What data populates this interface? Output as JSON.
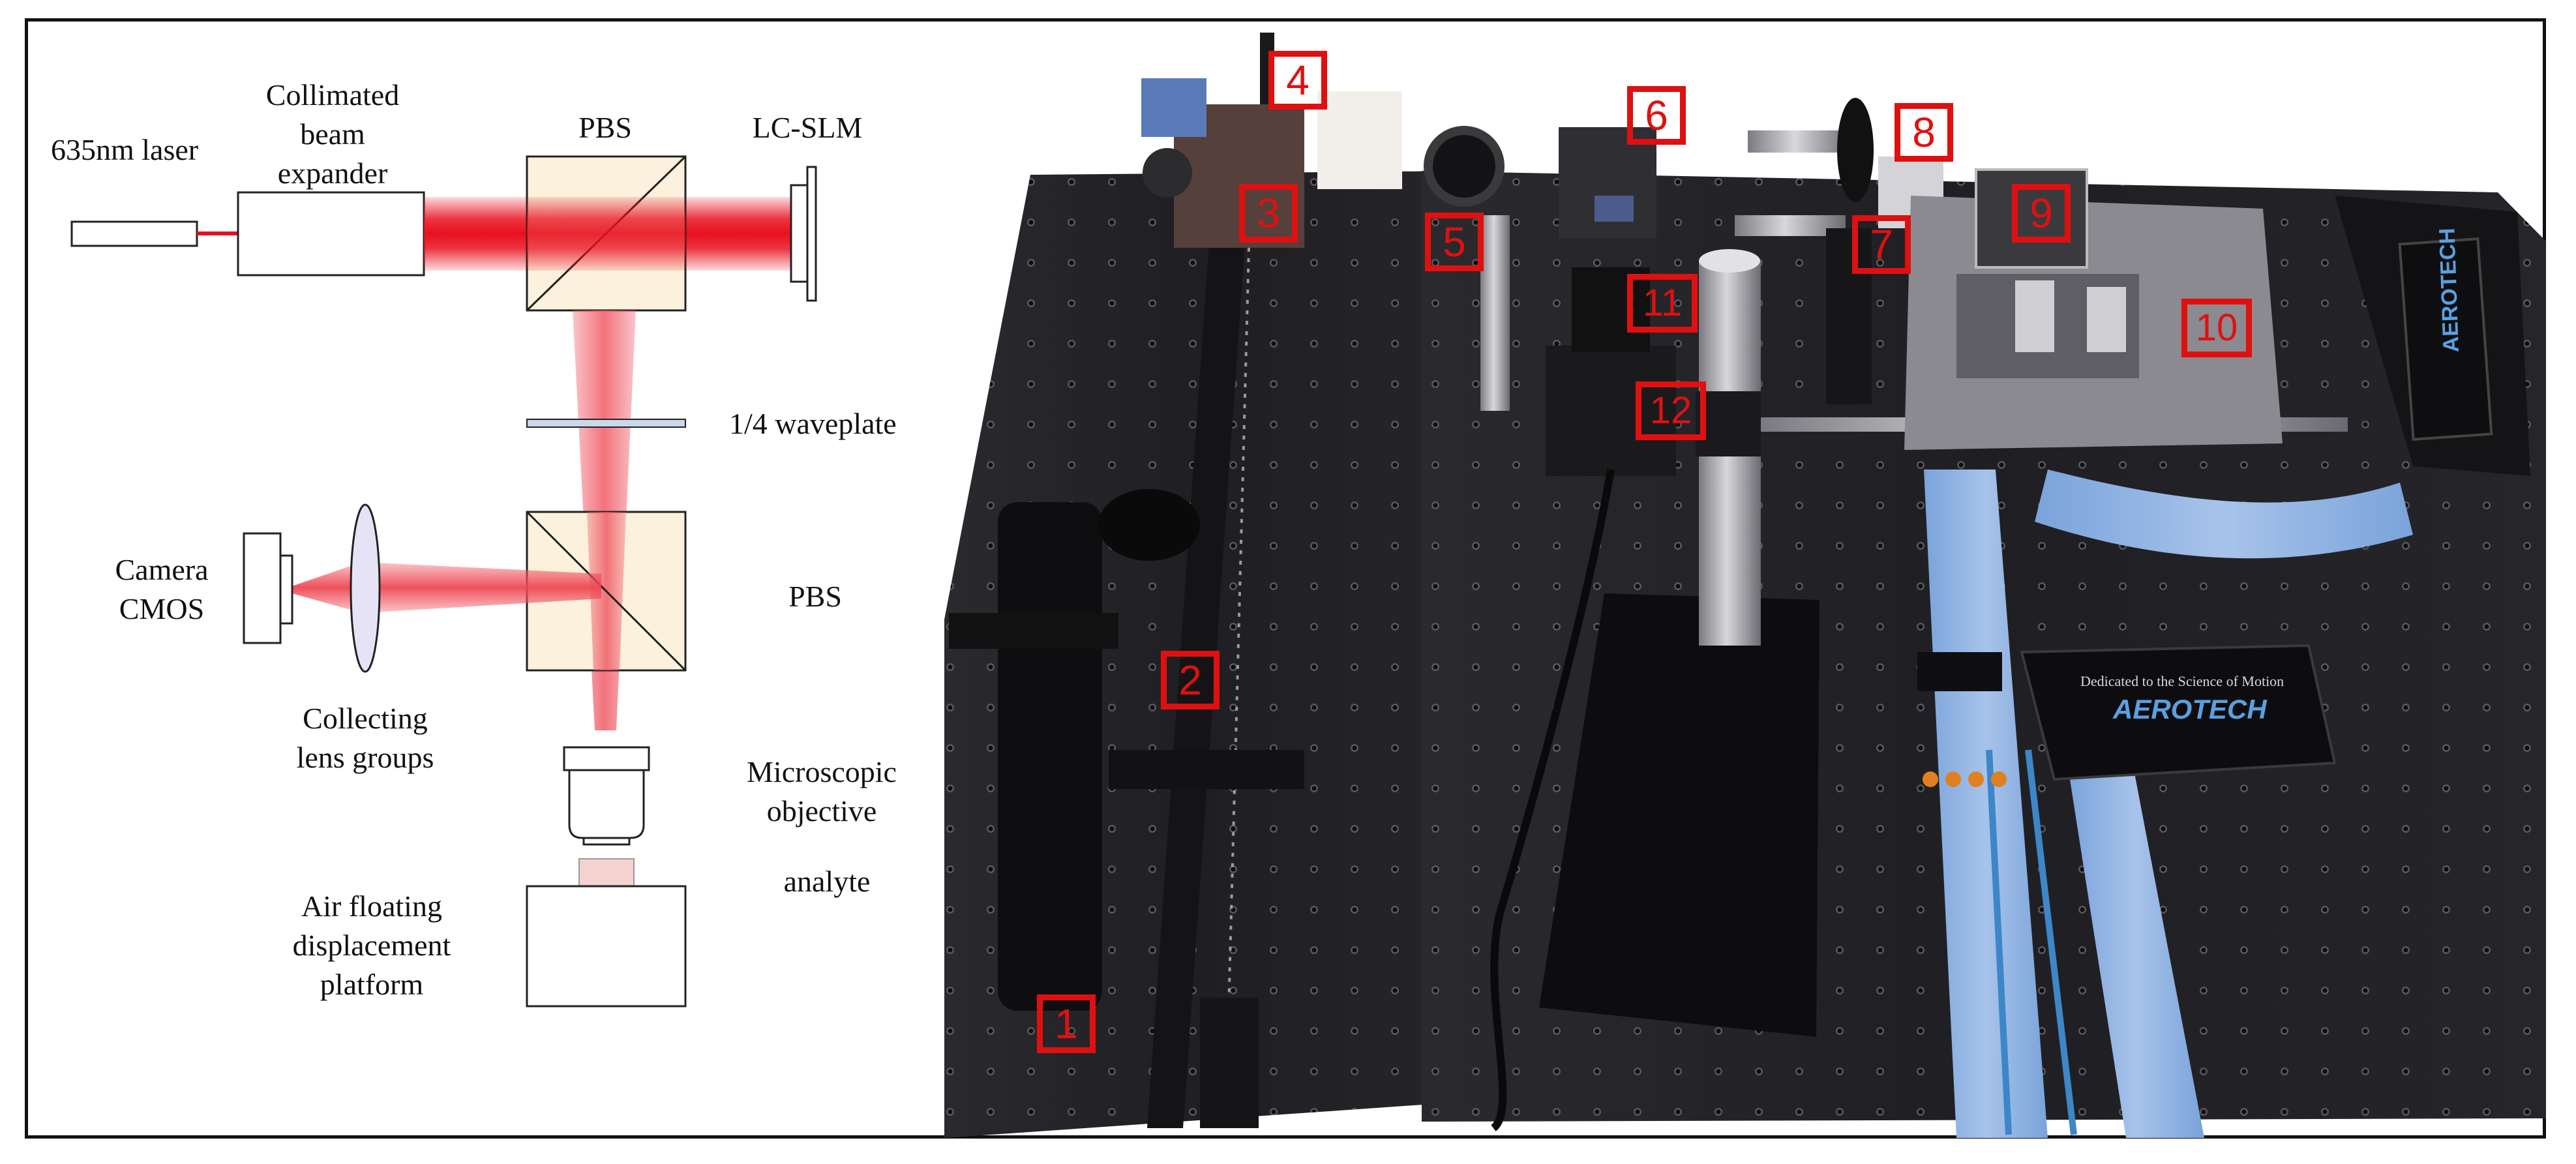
{
  "schematic": {
    "labels": {
      "laser": "635nm laser",
      "expander_line1": "Collimated",
      "expander_line2": "beam",
      "expander_line3": "expander",
      "pbs_top": "PBS",
      "slm": "LC-SLM",
      "waveplate": "1/4 waveplate",
      "camera_line1": "Camera",
      "camera_line2": "CMOS",
      "pbs_bottom": "PBS",
      "lens_line1": "Collecting",
      "lens_line2": "lens groups",
      "objective_line1": "Microscopic",
      "objective_line2": "objective",
      "analyte": "analyte",
      "platform_line1": "Air floating",
      "platform_line2": "displacement",
      "platform_line3": "platform"
    },
    "colors": {
      "beam": "#e8101e",
      "cube_fill": "#fbf1dc",
      "waveplate": "#c9d8ea",
      "lens": "#e5e3f5",
      "analyte": "#f3d2d0"
    }
  },
  "photo": {
    "markers": [
      "1",
      "2",
      "3",
      "4",
      "5",
      "6",
      "7",
      "8",
      "9",
      "10",
      "11",
      "12"
    ],
    "stage_label": "AEROTECH",
    "stage_slogan": "Dedicated to the Science of Motion",
    "marker_color": "#e01010",
    "table_color": "#1c1c1f"
  }
}
